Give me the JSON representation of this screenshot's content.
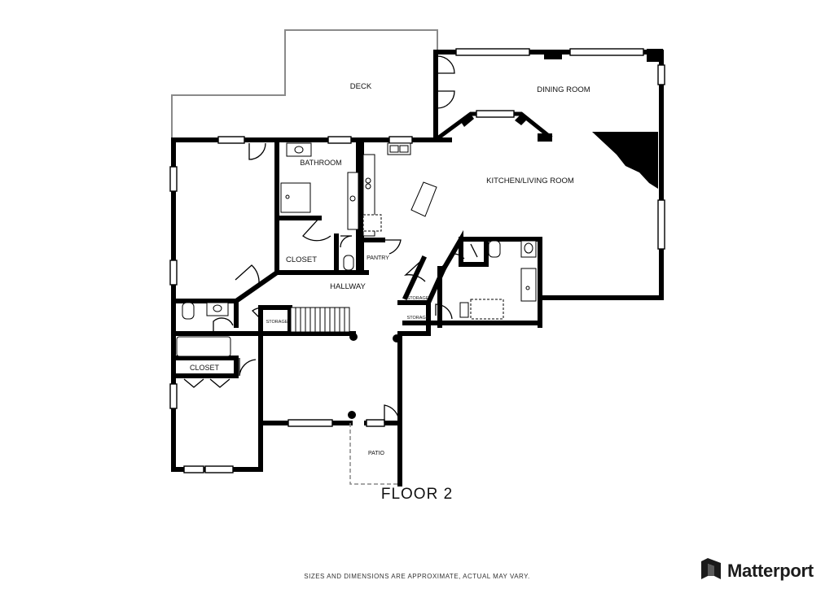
{
  "rooms": {
    "deck": "DECK",
    "dining_room": "DINING ROOM",
    "bathroom": "BATHROOM",
    "kitchen_living_room": "KITCHEN/LIVING ROOM",
    "closet_center": "CLOSET",
    "pantry": "PANTRY",
    "hallway": "HALLWAY",
    "storage_left": "STORAGE",
    "storage_upper": "STORAGE",
    "storage_lower": "STORAGE",
    "closet_left": "CLOSET",
    "patio": "PATIO"
  },
  "floor_title": "FLOOR 2",
  "disclaimer": "SIZES AND DIMENSIONS ARE APPROXIMATE, ACTUAL MAY VARY.",
  "brand": {
    "name": "Matterport",
    "logo_icon": "matterport-logo-icon"
  },
  "colors": {
    "wall": "#000000",
    "thin_line": "#777777",
    "text": "#111111",
    "background": "#ffffff"
  }
}
